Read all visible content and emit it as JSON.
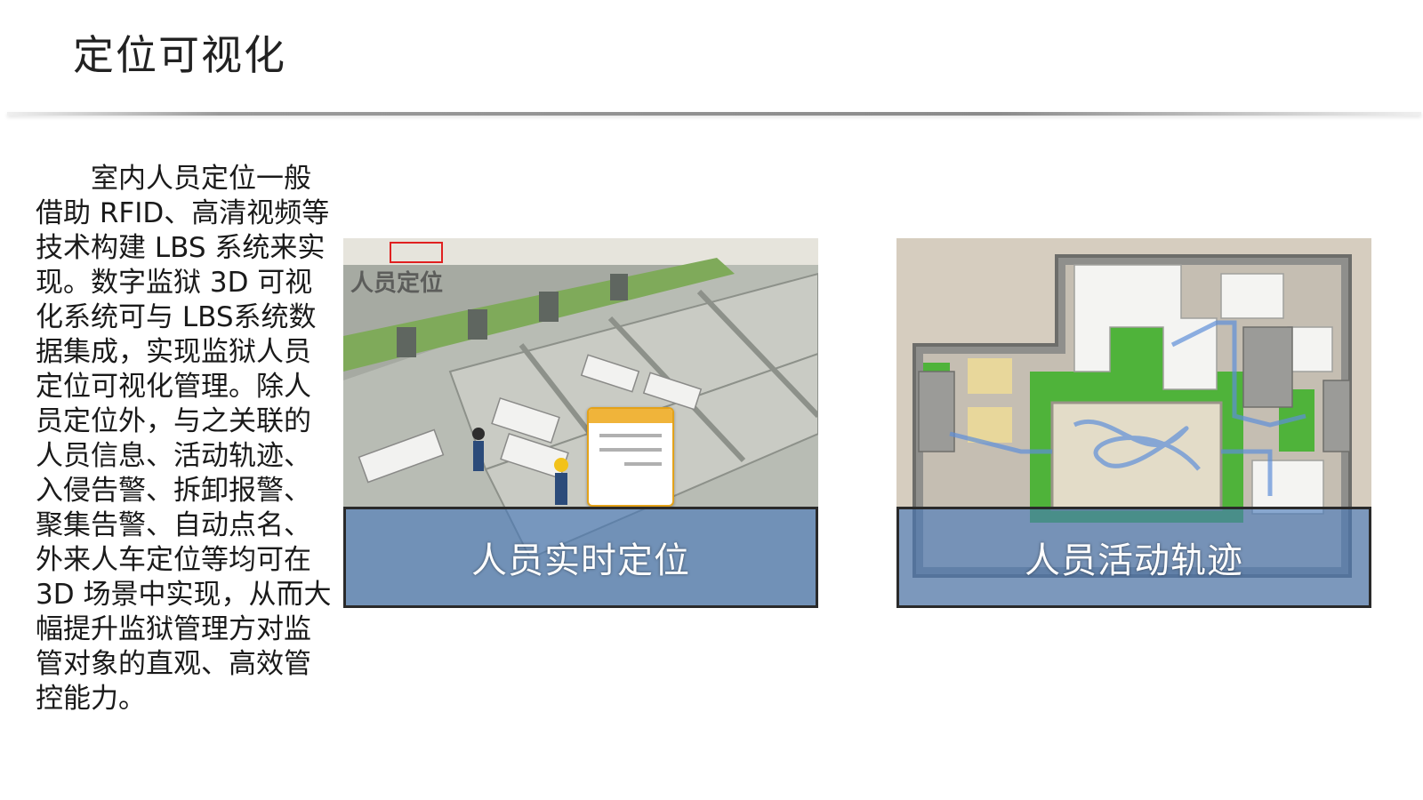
{
  "title": "定位可视化",
  "body_text": "室内人员定位一般借助 RFID、高清视频等技术构建 LBS 系统来实现。数字监狱 3D 可视化系统可与 LBS系统数据集成，实现监狱人员定位可视化管理。除人员定位外，与之关联的人员信息、活动轨迹、入侵告警、拆卸报警、聚集告警、自动点名、外来人车定位等均可在 3D 场景中实现，从而大幅提升监狱管理方对监管对象的直观、高效管控能力。",
  "panels": {
    "left": {
      "overlay_label": "人员定位",
      "caption": "人员实时定位"
    },
    "right": {
      "caption": "人员活动轨迹"
    }
  },
  "colors": {
    "caption_bar": "#4678b9",
    "accent_red": "#e02020",
    "popup_orange": "#f0b43a",
    "wall_green": "#7faa5a",
    "floor_gray": "#9ea39a"
  }
}
